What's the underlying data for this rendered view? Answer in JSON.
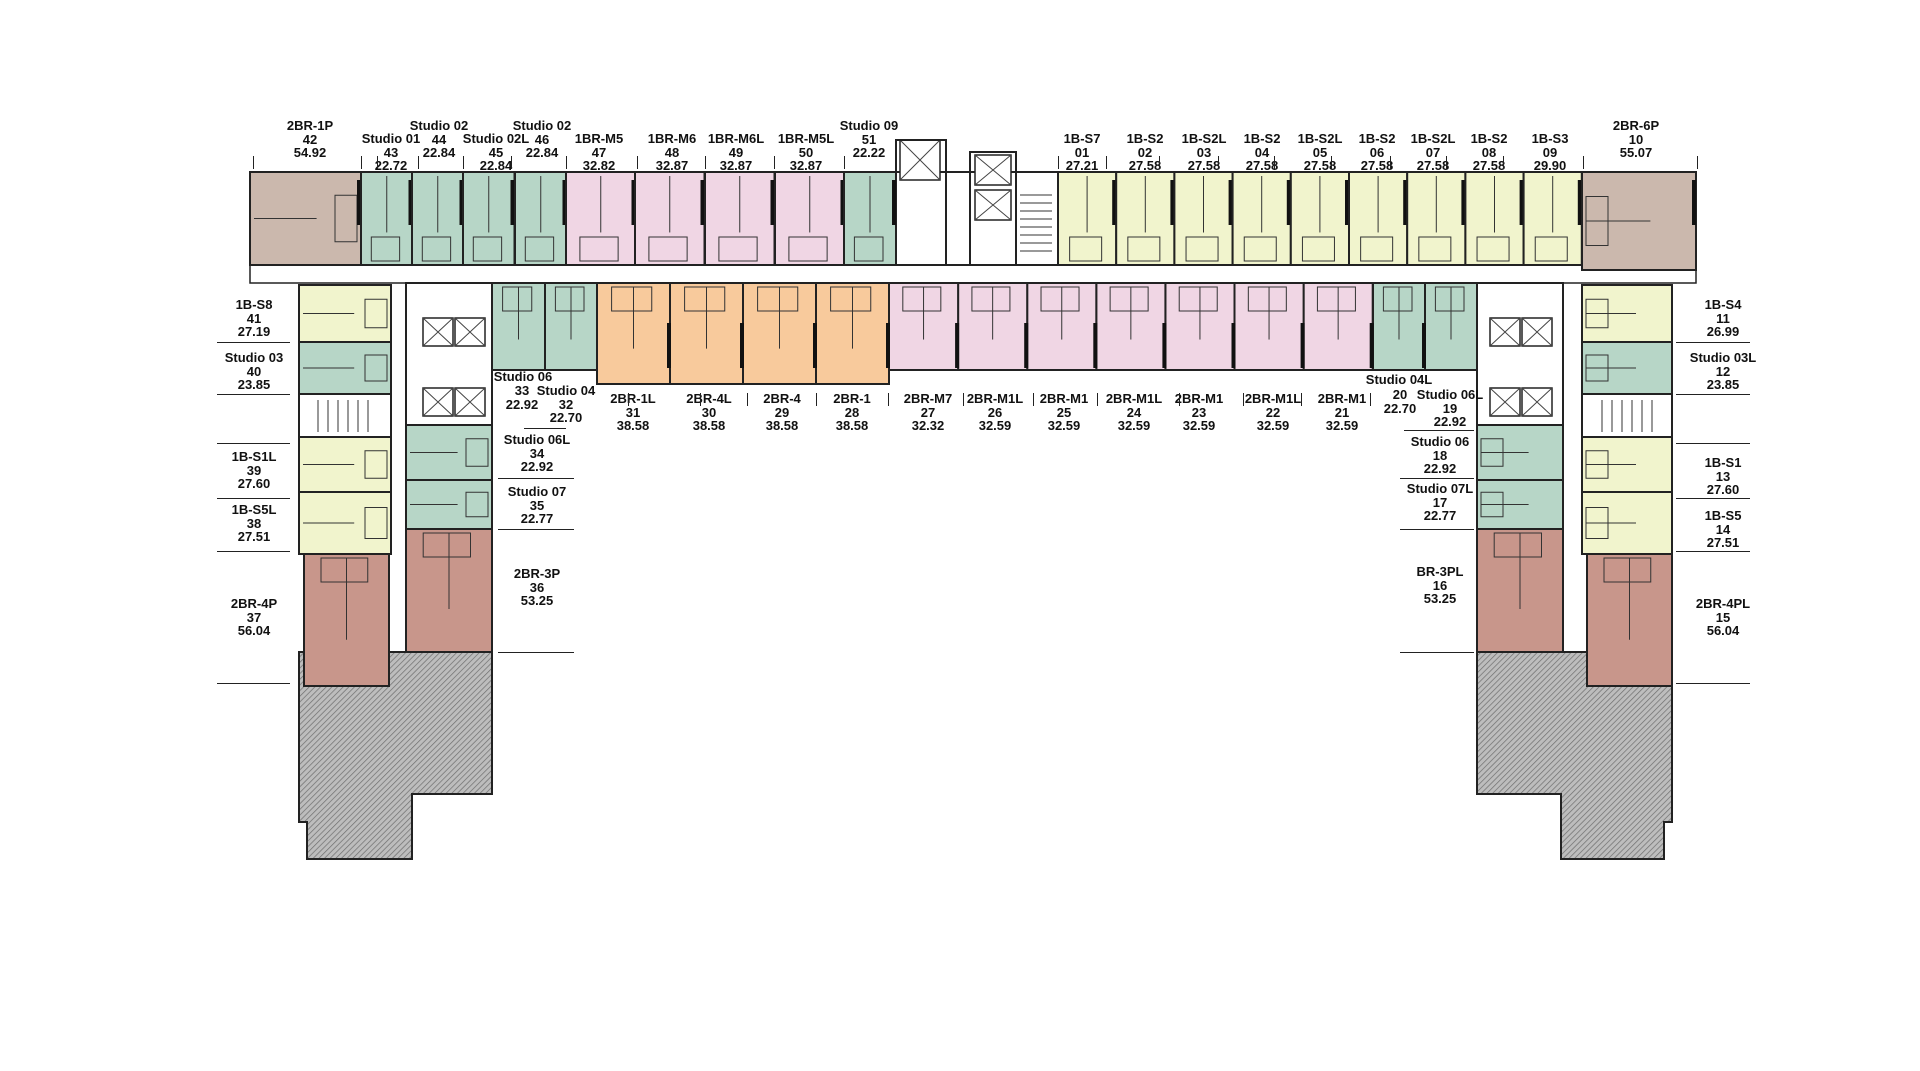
{
  "colors": {
    "brown": "#cbb8ad",
    "studio": "#b7d6c7",
    "pink": "#f0d6e4",
    "yellow": "#f1f4cd",
    "orange": "#f8ca9c",
    "terracotta": "#c8968b",
    "wall": "#222222",
    "roof_hatch": "#9a9a9a"
  },
  "units": [
    {
      "id": "u42",
      "type": "2BR-1P",
      "number": "42",
      "area": "54.92",
      "color": "brown"
    },
    {
      "id": "u43",
      "type": "Studio 01",
      "number": "43",
      "area": "22.72",
      "color": "studio"
    },
    {
      "id": "u44",
      "type": "Studio 02",
      "number": "44",
      "area": "22.84",
      "color": "studio"
    },
    {
      "id": "u45",
      "type": "Studio 02L",
      "number": "45",
      "area": "22.84",
      "color": "studio"
    },
    {
      "id": "u46",
      "type": "Studio 02",
      "number": "46",
      "area": "22.84",
      "color": "studio"
    },
    {
      "id": "u47",
      "type": "1BR-M5",
      "number": "47",
      "area": "32.82",
      "color": "pink"
    },
    {
      "id": "u48",
      "type": "1BR-M6",
      "number": "48",
      "area": "32.87",
      "color": "pink"
    },
    {
      "id": "u49",
      "type": "1BR-M6L",
      "number": "49",
      "area": "32.87",
      "color": "pink"
    },
    {
      "id": "u50",
      "type": "1BR-M5L",
      "number": "50",
      "area": "32.87",
      "color": "pink"
    },
    {
      "id": "u51",
      "type": "Studio 09",
      "number": "51",
      "area": "22.22",
      "color": "studio"
    },
    {
      "id": "u01",
      "type": "1B-S7",
      "number": "01",
      "area": "27.21",
      "color": "yellow"
    },
    {
      "id": "u02",
      "type": "1B-S2",
      "number": "02",
      "area": "27.58",
      "color": "yellow"
    },
    {
      "id": "u03",
      "type": "1B-S2L",
      "number": "03",
      "area": "27.58",
      "color": "yellow"
    },
    {
      "id": "u04",
      "type": "1B-S2",
      "number": "04",
      "area": "27.58",
      "color": "yellow"
    },
    {
      "id": "u05",
      "type": "1B-S2L",
      "number": "05",
      "area": "27.58",
      "color": "yellow"
    },
    {
      "id": "u06",
      "type": "1B-S2",
      "number": "06",
      "area": "27.58",
      "color": "yellow"
    },
    {
      "id": "u07",
      "type": "1B-S2L",
      "number": "07",
      "area": "27.58",
      "color": "yellow"
    },
    {
      "id": "u08",
      "type": "1B-S2",
      "number": "08",
      "area": "27.58",
      "color": "yellow"
    },
    {
      "id": "u09",
      "type": "1B-S3",
      "number": "09",
      "area": "29.90",
      "color": "yellow"
    },
    {
      "id": "u10",
      "type": "2BR-6P",
      "number": "10",
      "area": "55.07",
      "color": "brown"
    },
    {
      "id": "u11",
      "type": "1B-S4",
      "number": "11",
      "area": "26.99",
      "color": "yellow"
    },
    {
      "id": "u12",
      "type": "Studio 03L",
      "number": "12",
      "area": "23.85",
      "color": "studio"
    },
    {
      "id": "u13",
      "type": "1B-S1",
      "number": "13",
      "area": "27.60",
      "color": "yellow"
    },
    {
      "id": "u14",
      "type": "1B-S5",
      "number": "14",
      "area": "27.51",
      "color": "yellow"
    },
    {
      "id": "u15",
      "type": "2BR-4PL",
      "number": "15",
      "area": "56.04",
      "color": "terracotta"
    },
    {
      "id": "u16",
      "type": "BR-3PL",
      "number": "16",
      "area": "53.25",
      "color": "terracotta"
    },
    {
      "id": "u17",
      "type": "Studio 07L",
      "number": "17",
      "area": "22.77",
      "color": "studio"
    },
    {
      "id": "u18",
      "type": "Studio 06",
      "number": "18",
      "area": "22.92",
      "color": "studio"
    },
    {
      "id": "u19",
      "type": "Studio 06L",
      "number": "19",
      "area": "22.92",
      "color": "studio"
    },
    {
      "id": "u20",
      "type": "Studio 04L",
      "number": "20",
      "area": "22.70",
      "color": "studio"
    },
    {
      "id": "u21",
      "type": "2BR-M1",
      "number": "21",
      "area": "32.59",
      "color": "pink"
    },
    {
      "id": "u22",
      "type": "2BR-M1L",
      "number": "22",
      "area": "32.59",
      "color": "pink"
    },
    {
      "id": "u23",
      "type": "2BR-M1",
      "number": "23",
      "area": "32.59",
      "color": "pink"
    },
    {
      "id": "u24",
      "type": "2BR-M1L",
      "number": "24",
      "area": "32.59",
      "color": "pink"
    },
    {
      "id": "u25",
      "type": "2BR-M1",
      "number": "25",
      "area": "32.59",
      "color": "pink"
    },
    {
      "id": "u26",
      "type": "2BR-M1L",
      "number": "26",
      "area": "32.59",
      "color": "pink"
    },
    {
      "id": "u27",
      "type": "2BR-M7",
      "number": "27",
      "area": "32.32",
      "color": "pink"
    },
    {
      "id": "u28",
      "type": "2BR-1",
      "number": "28",
      "area": "38.58",
      "color": "orange"
    },
    {
      "id": "u29",
      "type": "2BR-4",
      "number": "29",
      "area": "38.58",
      "color": "orange"
    },
    {
      "id": "u30",
      "type": "2BR-4L",
      "number": "30",
      "area": "38.58",
      "color": "orange"
    },
    {
      "id": "u31",
      "type": "2BR-1L",
      "number": "31",
      "area": "38.58",
      "color": "orange"
    },
    {
      "id": "u32",
      "type": "Studio 04",
      "number": "32",
      "area": "22.70",
      "color": "studio"
    },
    {
      "id": "u33",
      "type": "Studio 06",
      "number": "33",
      "area": "22.92",
      "color": "studio"
    },
    {
      "id": "u34",
      "type": "Studio 06L",
      "number": "34",
      "area": "22.92",
      "color": "studio"
    },
    {
      "id": "u35",
      "type": "Studio 07",
      "number": "35",
      "area": "22.77",
      "color": "studio"
    },
    {
      "id": "u36",
      "type": "2BR-3P",
      "number": "36",
      "area": "53.25",
      "color": "terracotta"
    },
    {
      "id": "u37",
      "type": "2BR-4P",
      "number": "37",
      "area": "56.04",
      "color": "terracotta"
    },
    {
      "id": "u38",
      "type": "1B-S5L",
      "number": "38",
      "area": "27.51",
      "color": "yellow"
    },
    {
      "id": "u39",
      "type": "1B-S1L",
      "number": "39",
      "area": "27.60",
      "color": "yellow"
    },
    {
      "id": "u40",
      "type": "Studio 03",
      "number": "40",
      "area": "23.85",
      "color": "studio"
    },
    {
      "id": "u41",
      "type": "1B-S8",
      "number": "41",
      "area": "27.19",
      "color": "yellow"
    }
  ]
}
